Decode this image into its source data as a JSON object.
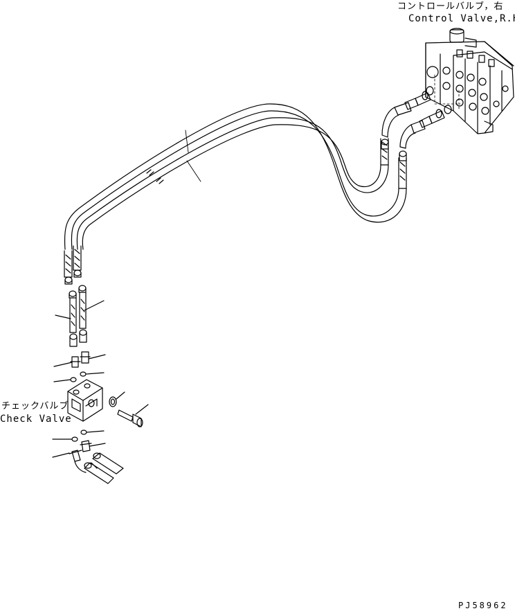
{
  "labels": {
    "control_valve_jp": "コントロールバルブ，右",
    "control_valve_en": "Control Valve,R.H.",
    "check_valve_jp": "チェックバルブ",
    "check_valve_en": "Check Valve",
    "drawing_number": "PJ58962"
  }
}
